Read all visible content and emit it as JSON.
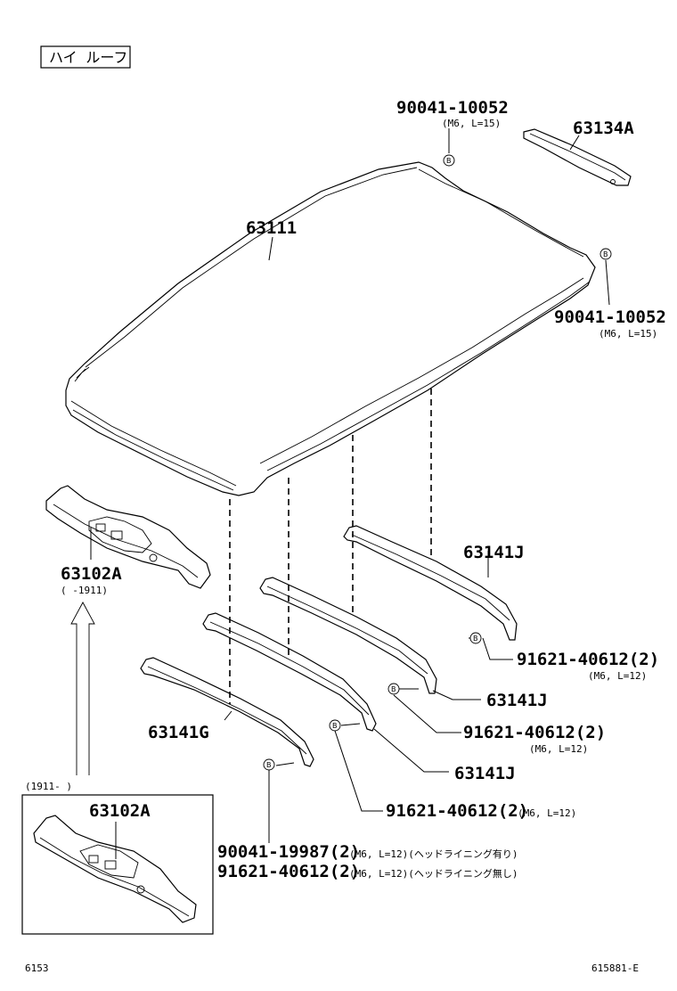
{
  "header": {
    "title": "ハイ ルーフ"
  },
  "parts": {
    "roof_panel": "63111",
    "reinforcement_front": "63134A",
    "header_panel": "63102A",
    "header_panel_range": "(    -1911)",
    "header_panel_new": "63102A",
    "header_panel_new_range": "(1911-    )",
    "bow_rear": "63141J",
    "bow_mid2": "63141J",
    "bow_mid1": "63141J",
    "bow_front": "63141G"
  },
  "bolts": {
    "b1_part": "90041-10052",
    "b1_spec": "(M6, L=15)",
    "b2_part": "90041-10052",
    "b2_spec": "(M6, L=15)",
    "b3_part": "91621-40612(2)",
    "b3_spec": "(M6, L=12)",
    "b4_part": "91621-40612(2)",
    "b4_spec": "(M6, L=12)",
    "b5_part": "91621-40612(2)",
    "b5_spec": "(M6, L=12)",
    "b6_part": "90041-19987(2)",
    "b6_spec": "(M6, L=12)(ヘッドライニング有り)",
    "b7_part": "91621-40612(2)",
    "b7_spec": "(M6, L=12)(ヘッドライニング無し)",
    "marker": "B"
  },
  "footer": {
    "page_code": "6153",
    "figure_code": "615881-E"
  }
}
